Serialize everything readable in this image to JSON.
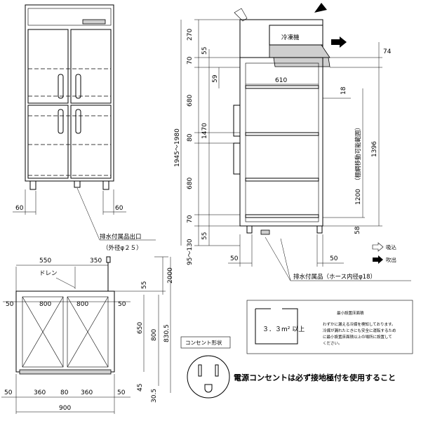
{
  "front_view": {
    "dim_left": "60",
    "dim_right": "60",
    "drain_label": "排水付属品出口",
    "drain_sub": "（外径φ２５）"
  },
  "side_view": {
    "condenser_label": "冷凍機",
    "left_dims": [
      "270",
      "70",
      "680",
      "80",
      "680",
      "70",
      "95～130"
    ],
    "total_height": "1945～1980",
    "inner_dims": [
      "55",
      "59",
      "1470",
      "55"
    ],
    "depth_610": "610",
    "top_right_74": "74",
    "dim_18": "18",
    "shelf_range_label": "（棚網移動可能範囲）",
    "dim_1396": "1396",
    "dim_1200": "1200",
    "dim_58": "58",
    "bottom_left_50": "50",
    "bottom_right_50": "50",
    "hose_label": "排水付属品（ホース内径φ18）"
  },
  "legend": {
    "intake": "吸込",
    "exhaust": "吹出"
  },
  "top_view": {
    "dim_550": "550",
    "dim_350": "350",
    "drain_label": "ドレン",
    "dim_2000": "2000",
    "dim_55": "55",
    "left_50": "50",
    "cell_left": "800",
    "cell_right": "800",
    "right_50": "50",
    "dim_650": "650",
    "dim_800": "800",
    "dim_8305": "830.5",
    "dim_45": "45",
    "dim_305": "30.5",
    "bottom_dims": [
      "50",
      "360",
      "80",
      "360",
      "50"
    ],
    "total_width": "900"
  },
  "outlet": {
    "title": "コンセント形状",
    "notice": "電源コンセントは必ず接地極付を使用すること"
  },
  "install_box": {
    "area_label": "３．３m² 以上",
    "min_area_title": "最小設置床面積",
    "notes": [
      "わずかに漏える冷媒を検知しております。",
      "冷媒が漏れたときにも安全に運転するため",
      "に最小設置床面積以上の場所に設置して",
      "ください。"
    ]
  }
}
